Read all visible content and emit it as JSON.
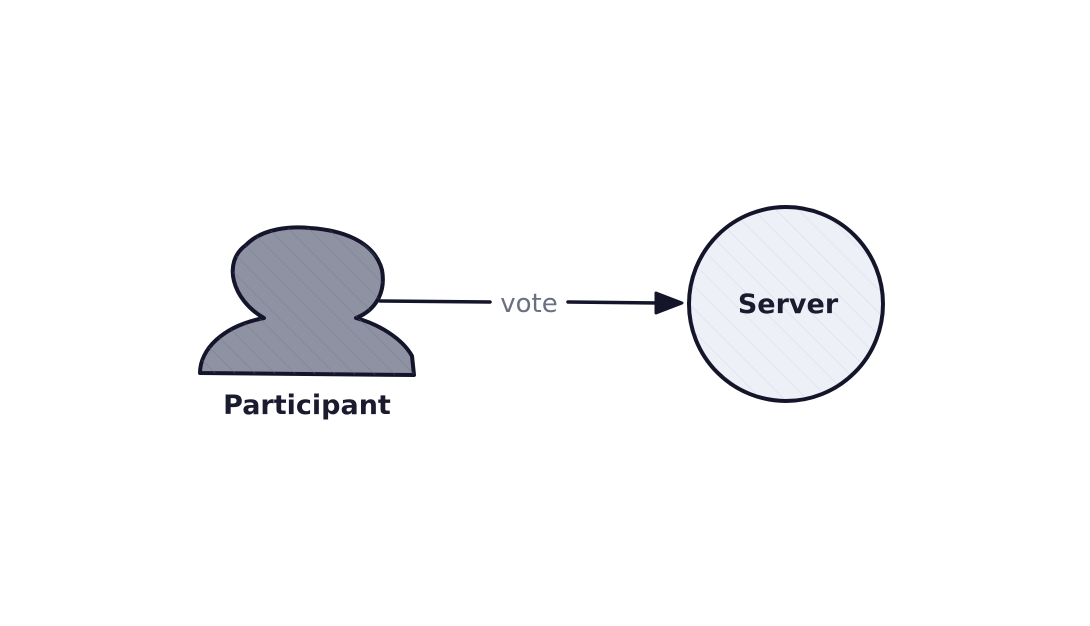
{
  "diagram": {
    "nodes": [
      {
        "id": "participant",
        "label": "Participant",
        "shape": "actor",
        "fill": "#8e92a3"
      },
      {
        "id": "server",
        "label": "Server",
        "shape": "circle",
        "fill": "#eef0f8"
      }
    ],
    "edges": [
      {
        "from": "participant",
        "to": "server",
        "label": "vote"
      }
    ]
  },
  "colors": {
    "stroke": "#14152a",
    "edge_label": "#6b6f80"
  }
}
